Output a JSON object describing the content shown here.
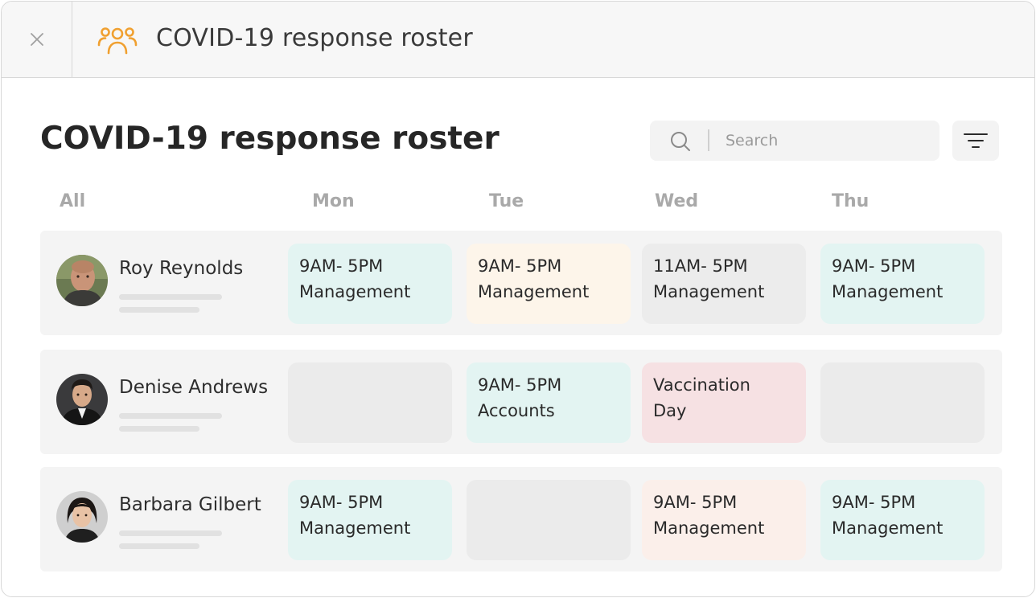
{
  "window": {
    "title": "COVID-19 response roster",
    "app_icon": "group-users-icon",
    "close_icon": "close-icon"
  },
  "page": {
    "title": "COVID-19 response roster"
  },
  "search": {
    "placeholder": "Search",
    "value": "",
    "icon": "search-icon"
  },
  "filter": {
    "icon": "filter-icon"
  },
  "colors": {
    "accent": "#f0a030",
    "teal": "#e3f4f2",
    "peach": "#fdf5ea",
    "gray": "#ececec",
    "pink": "#f6e1e3",
    "salmon": "#fbefea",
    "empty": "#ebebeb",
    "row_bg": "#f4f4f4"
  },
  "columns": [
    "All",
    "Mon",
    "Tue",
    "Wed",
    "Thu"
  ],
  "rows": [
    {
      "name": "Roy Reynolds",
      "shifts": [
        {
          "time": "9AM- 5PM",
          "role": "Management",
          "color": "#e3f4f2"
        },
        {
          "time": "9AM- 5PM",
          "role": "Management",
          "color": "#fdf5ea"
        },
        {
          "time": "11AM- 5PM",
          "role": "Management",
          "color": "#ececec"
        },
        {
          "time": "9AM- 5PM",
          "role": "Management",
          "color": "#e3f4f2"
        }
      ]
    },
    {
      "name": "Denise Andrews",
      "shifts": [
        {
          "time": "",
          "role": "",
          "color": "#ebebeb"
        },
        {
          "time": "9AM- 5PM",
          "role": "Accounts",
          "color": "#e3f4f2"
        },
        {
          "time": "Vaccination",
          "role": "Day",
          "color": "#f6e1e3"
        },
        {
          "time": "",
          "role": "",
          "color": "#ebebeb"
        }
      ]
    },
    {
      "name": "Barbara Gilbert",
      "shifts": [
        {
          "time": "9AM- 5PM",
          "role": "Management",
          "color": "#e3f4f2"
        },
        {
          "time": "",
          "role": "",
          "color": "#ebebeb"
        },
        {
          "time": "9AM- 5PM",
          "role": "Management",
          "color": "#fbefea"
        },
        {
          "time": "9AM- 5PM",
          "role": "Management",
          "color": "#e3f4f2"
        }
      ]
    }
  ]
}
